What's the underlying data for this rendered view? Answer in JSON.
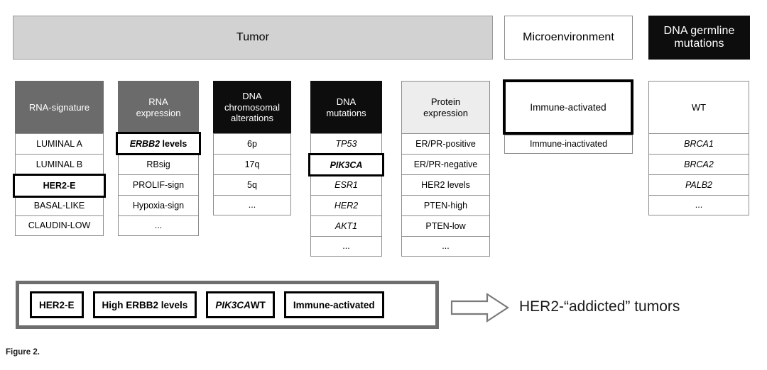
{
  "figure": {
    "caption": "Figure 2."
  },
  "banners": [
    {
      "label": "Tumor",
      "style": "gray"
    },
    {
      "label": "Microenvironment",
      "style": "white"
    },
    {
      "label": "DNA germline\nmutations",
      "style": "black"
    }
  ],
  "columns": [
    {
      "id": "rna-signature",
      "header": "RNA-signature",
      "header_style": "gray",
      "items": [
        "LUMINAL A",
        "LUMINAL B",
        "HER2-E",
        "BASAL-LIKE",
        "CLAUDIN-LOW"
      ],
      "highlighted": "HER2-E"
    },
    {
      "id": "rna-expression",
      "header": "RNA\nexpression",
      "header_style": "gray",
      "items": [
        "ERBB2 levels",
        "RBsig",
        "PROLIF-sign",
        "Hypoxia-sign",
        "..."
      ],
      "highlighted": "ERBB2 levels"
    },
    {
      "id": "dna-chromosomal-alterations",
      "header": "DNA\nchromosomal\nalterations",
      "header_style": "black",
      "items": [
        "6p",
        "17q",
        "5q",
        "..."
      ],
      "highlighted": null
    },
    {
      "id": "dna-mutations",
      "header": "DNA\nmutations",
      "header_style": "black",
      "items": [
        "TP53",
        "PIK3CA",
        "ESR1",
        "HER2",
        "AKT1",
        "..."
      ],
      "highlighted": "PIK3CA"
    },
    {
      "id": "protein-expression",
      "header": "Protein\nexpression",
      "header_style": "light",
      "items": [
        "ER/PR-positive",
        "ER/PR-negative",
        "HER2 levels",
        "PTEN-high",
        "PTEN-low",
        "..."
      ],
      "highlighted": null
    },
    {
      "id": "microenvironment-states",
      "header": "Immune-activated",
      "header_style": "highlight",
      "items": [
        "Immune-inactivated"
      ],
      "highlighted": "Immune-activated"
    },
    {
      "id": "germline-status",
      "header": "WT",
      "header_style": "plain",
      "items": [
        "BRCA1",
        "BRCA2",
        "PALB2",
        "..."
      ],
      "highlighted": null
    }
  ],
  "italic_items": [
    "ERBB2 levels",
    "TP53",
    "PIK3CA",
    "ESR1",
    "HER2",
    "AKT1",
    "BRCA1",
    "BRCA2",
    "PALB2"
  ],
  "summary": {
    "chips": [
      {
        "text": "HER2-E",
        "italic_prefix": ""
      },
      {
        "text": "High ERBB2 levels",
        "italic_prefix": ""
      },
      {
        "text": "PIK3CA WT",
        "italic_prefix": "PIK3CA",
        "rest": " WT"
      },
      {
        "text": "Immune-activated",
        "italic_prefix": ""
      }
    ],
    "arrow": "right-arrow-icon",
    "result": "HER2-“addicted” tumors"
  },
  "colors": {
    "banner_gray": "#d2d2d2",
    "header_gray": "#6b6b6b",
    "header_black": "#0d0d0d",
    "header_light": "#ededed",
    "cell_border": "#8d8d8d",
    "highlight_border": "#000000",
    "summary_border": "#6e6e6e",
    "arrow_outline": "#7a7a7a"
  }
}
